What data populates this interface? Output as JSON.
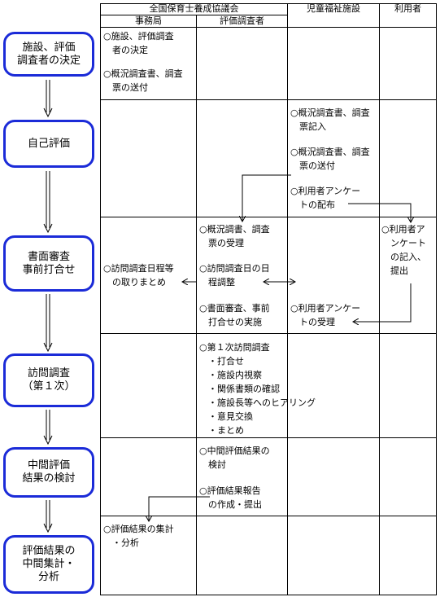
{
  "header": {
    "council": "全国保育士養成協議会",
    "secretariat": "事務局",
    "evaluator": "評価調査者",
    "facility": "児童福祉施設",
    "user": "利用者"
  },
  "steps": [
    {
      "label": "施設、評価\n調査者の決定"
    },
    {
      "label": "自己評価"
    },
    {
      "label": "書面審査\n事前打合せ"
    },
    {
      "label": "訪問調査\n（第１次）"
    },
    {
      "label": "中間評価\n結果の検討"
    },
    {
      "label": "評価結果の\n中間集計・\n分析"
    }
  ],
  "cells": {
    "r1_secretariat_a": "○施設、評価調査\n　者の決定",
    "r1_secretariat_b": "○概況調査書、調査\n　票の送付",
    "r2_facility_a": "○概況調査書、調査\n　票記入",
    "r2_facility_b": "○概況調査書、調査\n　票の送付",
    "r2_facility_c": "○利用者アンケー\n　トの配布",
    "r3_evaluator_a": "○概況調書、調査\n　票の受理",
    "r3_evaluator_b": "○訪問調査日の日\n　程調整",
    "r3_evaluator_c": "○書面審査、事前\n　打合せの実施",
    "r3_secretariat": "○訪問調査日程等\n　の取りまとめ",
    "r3_facility": "○利用者アンケー\n　トの受理",
    "r3_user": "○利用者ア\n　ンケート\n　の記入、\n　提出",
    "r4_evaluator": "○第１次訪問調査\n　・打合せ\n　・施設内視察\n　・関係書類の確認\n　・施設長等へのヒアリング\n　・意見交換\n　・まとめ",
    "r5_evaluator_a": "○中間評価結果の\n　検討",
    "r5_evaluator_b": "○評価結果報告\n　の作成・提出",
    "r6_secretariat": "○評価結果の集計\n　・分析"
  }
}
